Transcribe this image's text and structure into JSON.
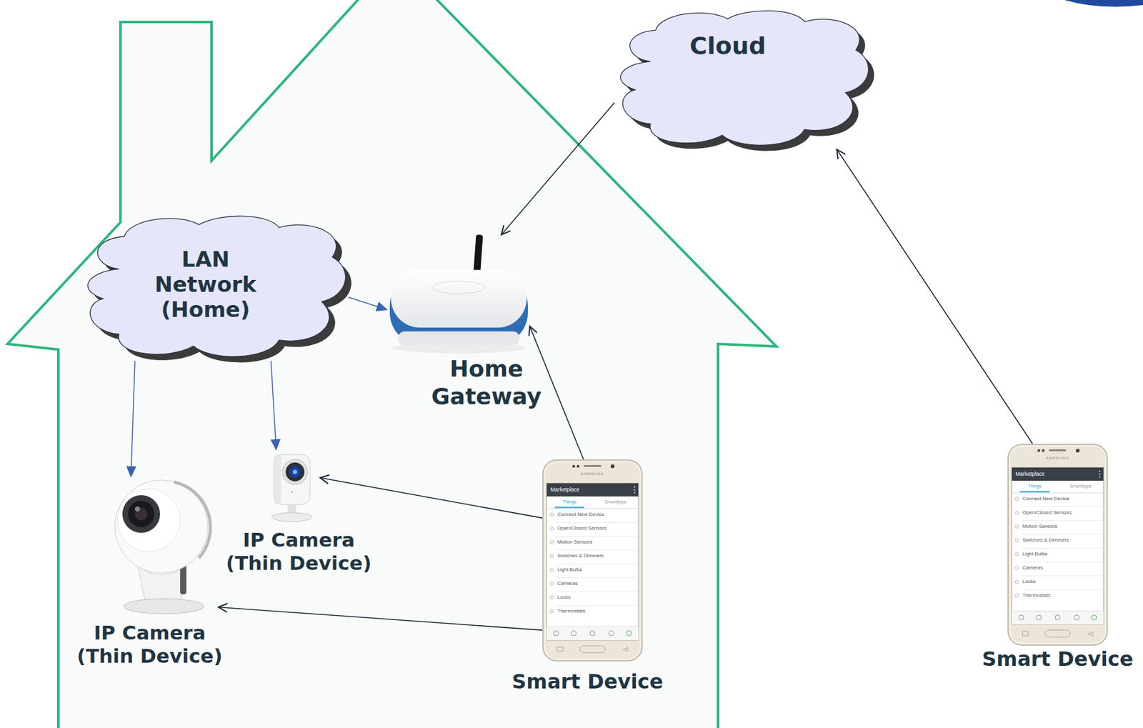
{
  "diagram": {
    "nodes": [
      {
        "text": [
          "Cloud"
        ]
      },
      {
        "text": [
          "LAN Network (Home)"
        ]
      },
      {
        "text": [
          "Home Gateway"
        ]
      },
      {
        "text": [
          "IP Camera (Thin Device)"
        ]
      },
      {
        "text": [
          "IP Camera (Thin Device)"
        ]
      },
      {
        "text": [
          "Smart Device"
        ]
      },
      {
        "text": [
          "Smart Device"
        ]
      }
    ],
    "edges": [
      {
        "from": 0,
        "to": 2,
        "arrow": "to"
      },
      {
        "from": 1,
        "to": 2,
        "arrow": "to"
      },
      {
        "from": 1,
        "to": 4,
        "arrow": "to"
      },
      {
        "from": 1,
        "to": 3,
        "arrow": "to"
      },
      {
        "from": 5,
        "to": 2,
        "arrow": "to"
      },
      {
        "from": 5,
        "to": 3,
        "arrow": "to"
      },
      {
        "from": 5,
        "to": 4,
        "arrow": "to"
      },
      {
        "from": 6,
        "to": 0,
        "arrow": "to"
      }
    ],
    "labels": [
      "SAMSUNG",
      "Marketplace",
      "Things",
      "SmartApps",
      "Connect New Device",
      "Open/Closed Sensors",
      "Motion Sensors",
      "Switches & Dimmers",
      "Light Bulbs",
      "Cameras",
      "Locks",
      "Thermostats",
      "SAMSUNG",
      "Marketplace",
      "Things",
      "SmartApps",
      "Connect New Device",
      "Open/Closed Sensors",
      "Motion Sensors",
      "Switches & Dimmers",
      "Light Bulbs",
      "Cameras",
      "Locks",
      "Thermostats"
    ]
  }
}
